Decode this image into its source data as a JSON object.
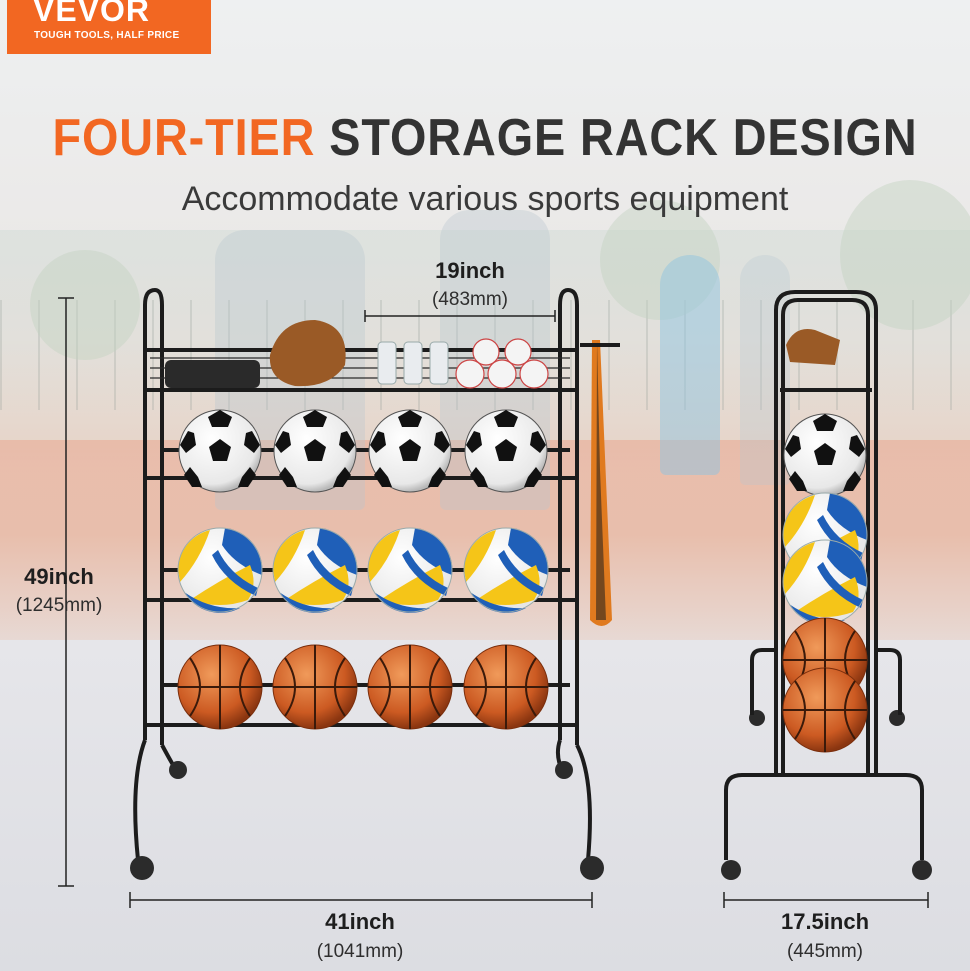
{
  "brand": {
    "name": "VEVOR",
    "tagline": "TOUGH TOOLS, HALF PRICE",
    "color": "#f26722"
  },
  "headline": {
    "highlight": "FOUR-TIER",
    "rest": "STORAGE RACK DESIGN"
  },
  "subheadline": "Accommodate various sports equipment",
  "dimensions": {
    "width_inner": {
      "main": "19inch",
      "sub": "(483mm)"
    },
    "height": {
      "main": "49inch",
      "sub": "(1245mm)"
    },
    "width_total": {
      "main": "41inch",
      "sub": "(1041mm)"
    },
    "depth": {
      "main": "17.5inch",
      "sub": "(445mm)"
    }
  },
  "colors": {
    "frame": "#1c1c1c",
    "basketball": "#d4622c",
    "volleyball_yellow": "#f5c518",
    "volleyball_blue": "#1f5fb8",
    "bat": "#e07a1f"
  }
}
